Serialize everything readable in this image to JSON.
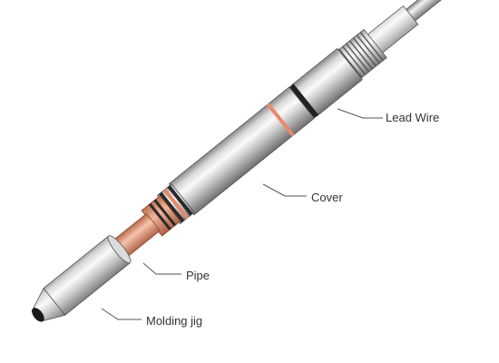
{
  "diagram": {
    "labels": {
      "lead_wire": "Lead Wire",
      "cover": "Cover",
      "pipe": "Pipe",
      "molding_jig": "Molding jig"
    },
    "colors": {
      "metal_light": "#f4f4f4",
      "metal_mid": "#c4c4c4",
      "metal_dark": "#7a7a7a",
      "copper": "#e8a080",
      "copper_dark": "#b86c4c",
      "leader_line": "#555555"
    }
  }
}
